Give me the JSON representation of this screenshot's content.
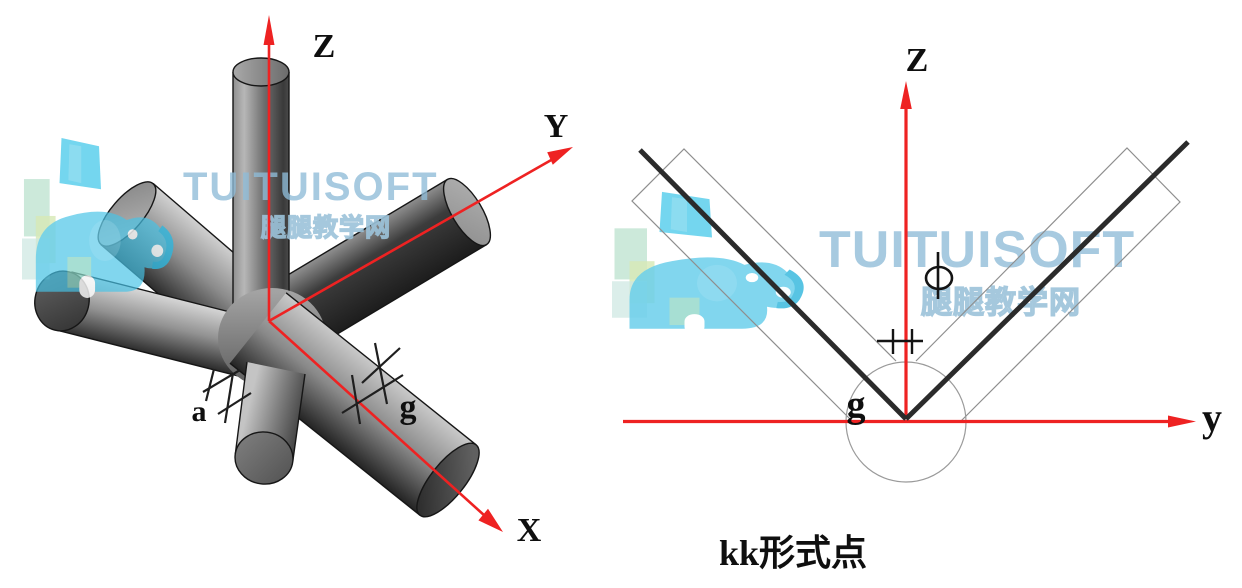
{
  "watermark": {
    "brand": "TUITUISOFT",
    "site_name": "腿腿教学网",
    "brand_color": "#8fbcd8"
  },
  "left_panel": {
    "description": "3D render of KK-type tubular joint node",
    "axes": {
      "x_label": "X",
      "y_label": "Y",
      "z_label": "Z",
      "color": "#ee2222"
    },
    "annotations": {
      "label_a": "a",
      "label_g": "g"
    }
  },
  "right_panel": {
    "description": "2D elevation of KK joint point",
    "axes": {
      "y_label": "y",
      "z_label": "Z",
      "color": "#ee2222"
    },
    "annotations": {
      "label_g": "g"
    },
    "caption": "kk形式点"
  },
  "colors": {
    "axis_red": "#ee2222",
    "member_line": "#2b2b2b",
    "outline_gray": "#8e8e8e"
  }
}
